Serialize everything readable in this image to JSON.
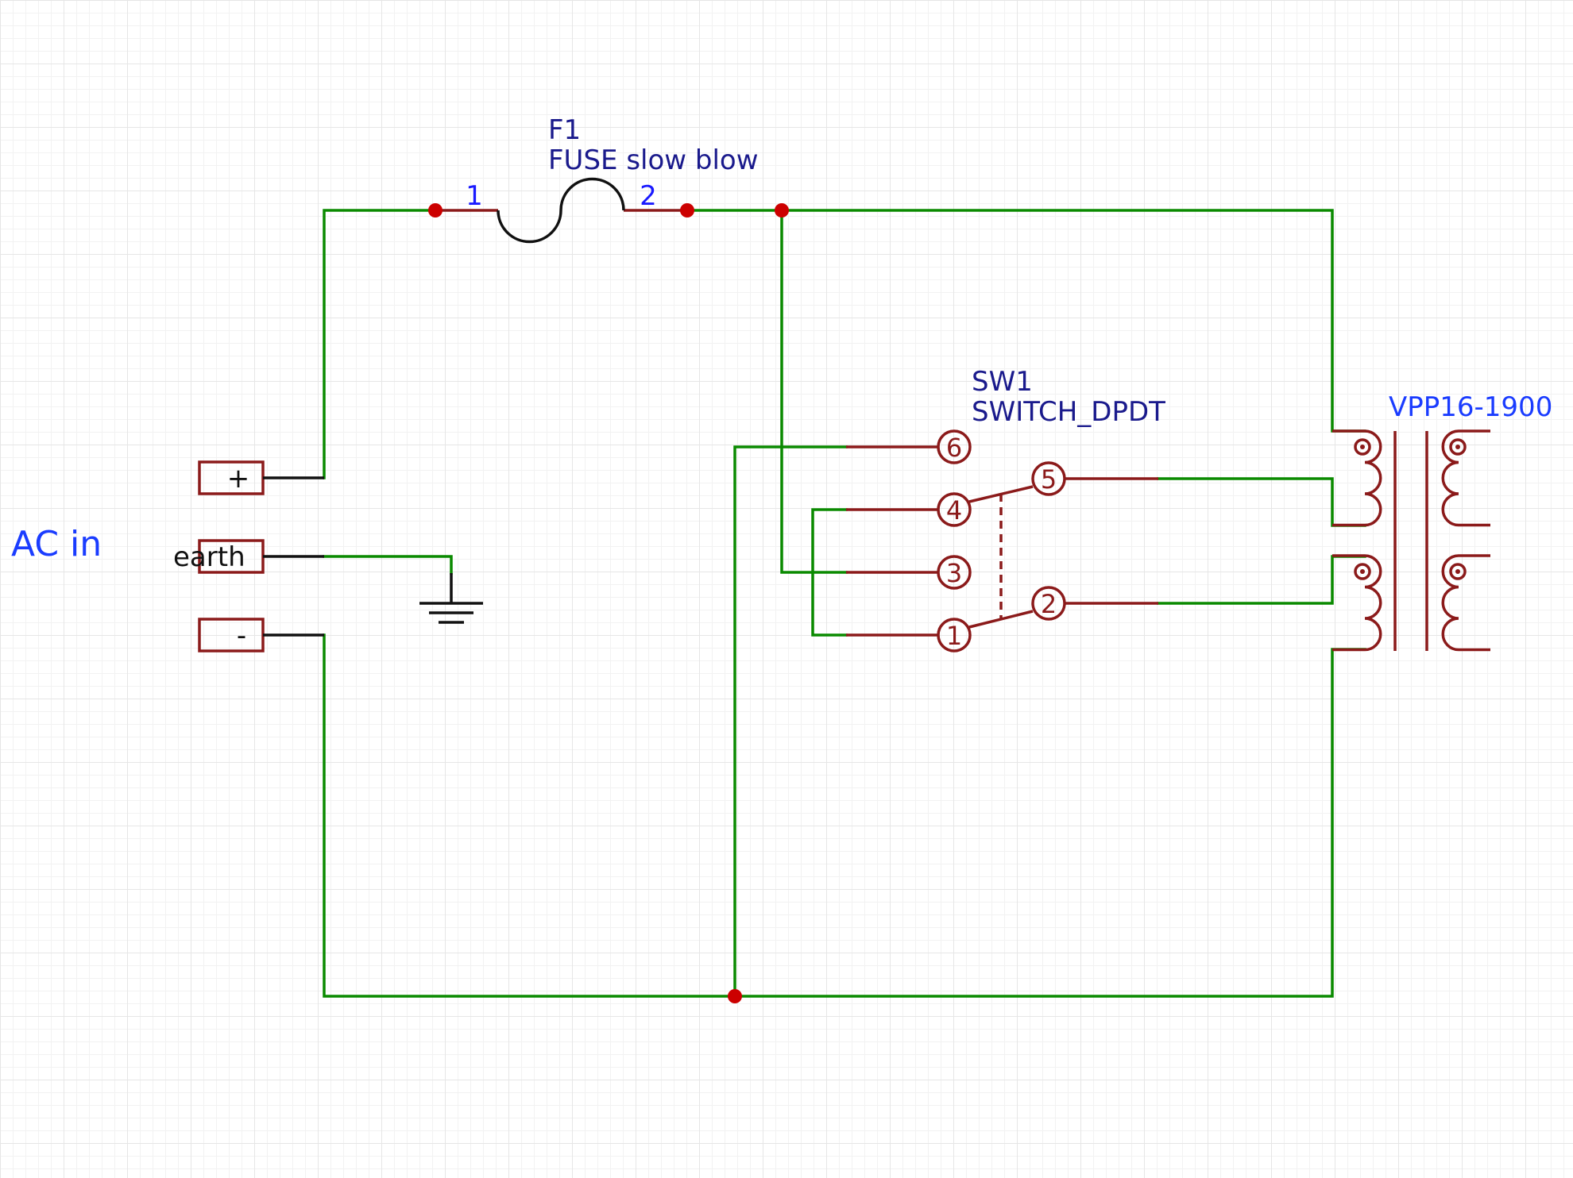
{
  "colors": {
    "wire": "#0a8a00",
    "component": "#8b1a1a",
    "fuse_body": "#111111",
    "junction": "#cc0000",
    "ref_text": "#1a1a8c",
    "pin_text": "#1a1aff",
    "label_text": "#1a3cff",
    "black": "#111111"
  },
  "net_label": "AC in",
  "connector": {
    "pins": [
      {
        "label": "+"
      },
      {
        "label": "earth"
      },
      {
        "label": "-"
      }
    ]
  },
  "fuse": {
    "ref": "F1",
    "value": "FUSE slow blow",
    "pin1": "1",
    "pin2": "2"
  },
  "switch": {
    "ref": "SW1",
    "value": "SWITCH_DPDT",
    "pins": [
      "6",
      "4",
      "3",
      "1",
      "5",
      "2"
    ]
  },
  "transformer": {
    "value": "VPP16-1900"
  },
  "icons": [
    "ground-icon",
    "fuse-icon",
    "dpdt-switch-icon",
    "transformer-icon"
  ]
}
